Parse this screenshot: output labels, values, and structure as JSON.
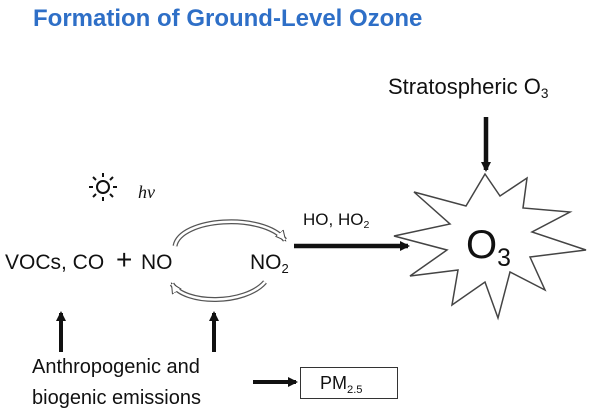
{
  "title": "Formation of Ground-Level Ozone",
  "stratospheric": {
    "text": "Stratospheric O",
    "sub": "3"
  },
  "light": {
    "label": "hv",
    "icon": "sun-icon"
  },
  "reagents": {
    "text": "HO, HO",
    "sub": "2"
  },
  "reactants": {
    "vocs": "VOCs, CO",
    "plus": "+",
    "no": "NO"
  },
  "no2": {
    "text": "NO",
    "sub": "2"
  },
  "ozone": {
    "text": "O",
    "sub": "3"
  },
  "emissions": {
    "line1": "Anthropogenic and",
    "line2": "biogenic emissions"
  },
  "pm": {
    "text": "PM",
    "sub": "2.5"
  }
}
